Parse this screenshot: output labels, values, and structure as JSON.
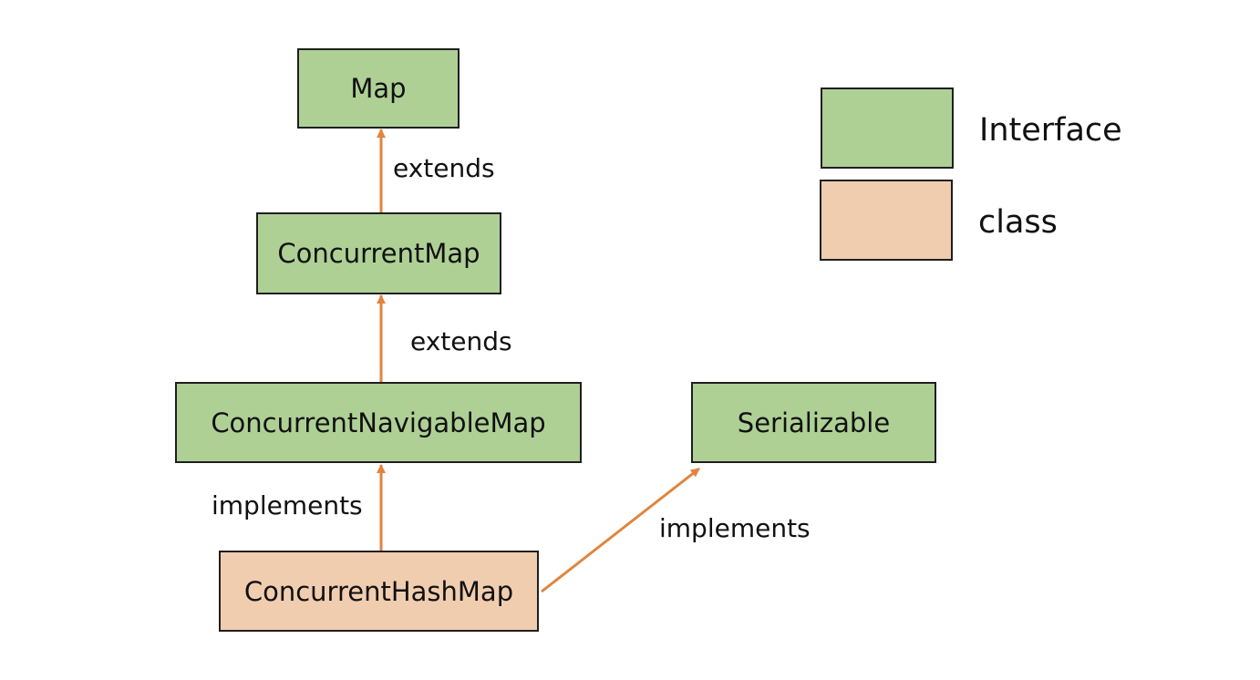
{
  "nodes": {
    "map": "Map",
    "concurrent_map": "ConcurrentMap",
    "concurrent_navigable_map": "ConcurrentNavigableMap",
    "serializable": "Serializable",
    "concurrent_hash_map": "ConcurrentHashMap"
  },
  "edges": {
    "cm_to_map": "extends",
    "cnm_to_cm": "extends",
    "chm_to_cnm": "implements",
    "chm_to_serializable": "implements"
  },
  "legend": {
    "interface": "Interface",
    "class": "class"
  },
  "colors": {
    "interface_fill": "#aed095",
    "class_fill": "#f1cdb0",
    "arrow": "#e0853e",
    "border": "#1f1f1f"
  }
}
